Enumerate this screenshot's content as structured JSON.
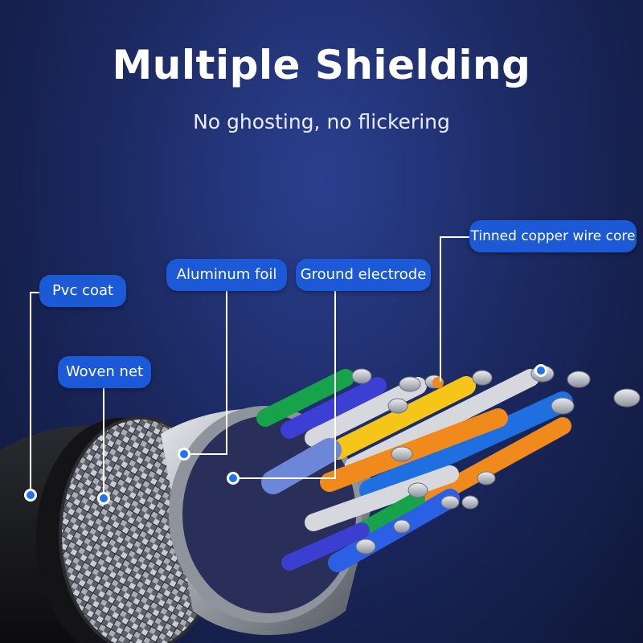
{
  "header": {
    "title": "Multiple Shielding",
    "subtitle": "No ghosting, no flickering"
  },
  "labels": {
    "pvc_coat": "Pvc coat",
    "woven_net": "Woven net",
    "aluminum_foil": "Aluminum foil",
    "ground_electrode": "Ground electrode",
    "tinned_copper": "Tinned copper wire core"
  },
  "colors": {
    "background": "#1c2a63",
    "label_fill": "#1b59d6",
    "label_text": "#ffffff",
    "marker_dot": "#1e73f0"
  }
}
